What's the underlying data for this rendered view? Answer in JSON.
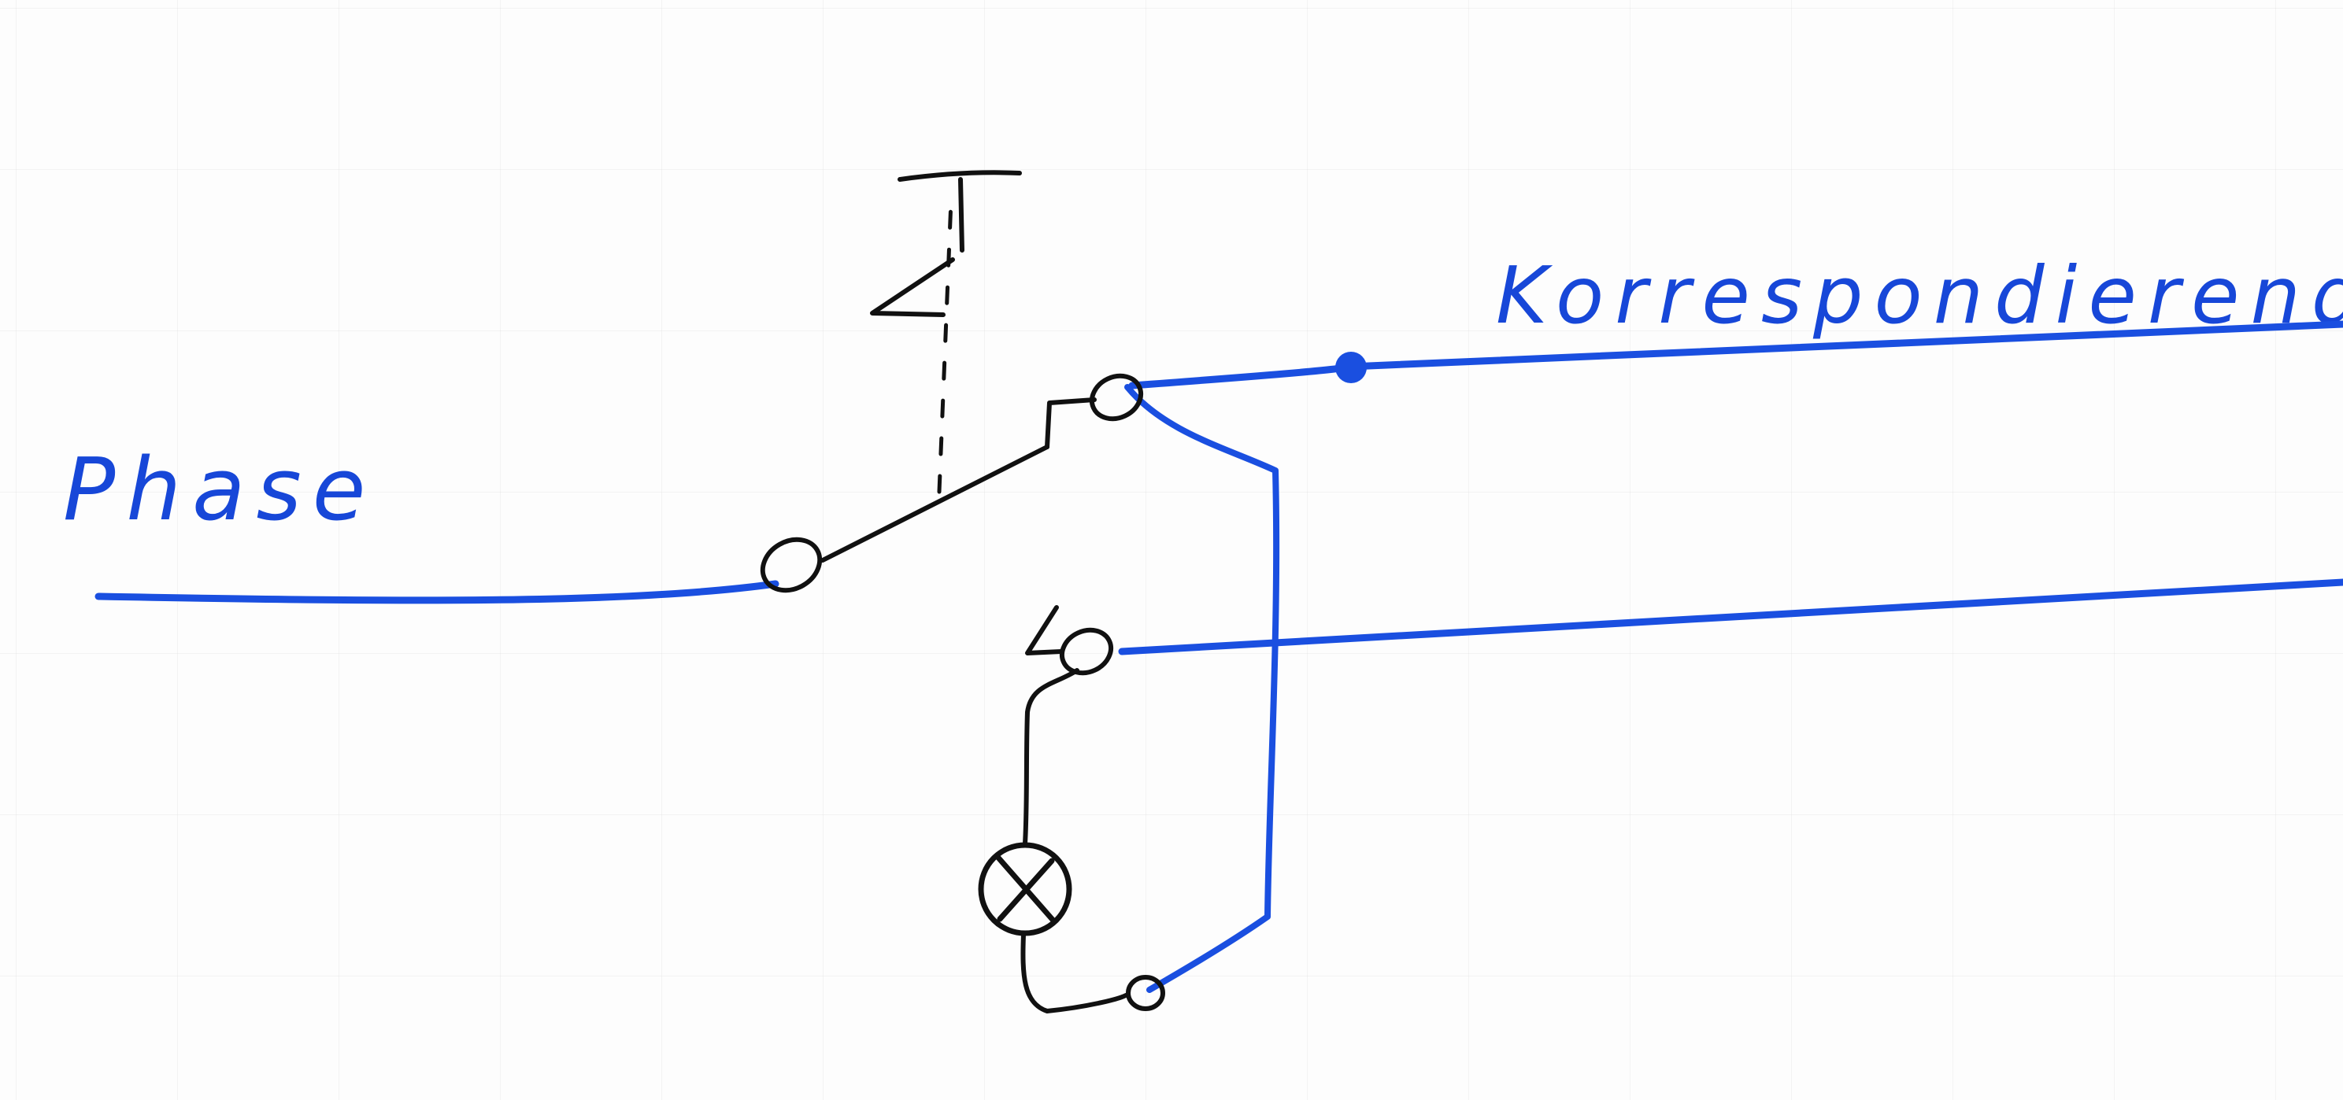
{
  "labels": {
    "phase": "Phase",
    "korrespondierende": "Korrespondierende"
  },
  "colors": {
    "wire_blue": "#1a4fe0",
    "ink_black": "#111111",
    "paper": "#fdfdfd"
  },
  "symbols": {
    "switch": "two-way-switch",
    "lamp": "lamp-circle-with-cross"
  }
}
